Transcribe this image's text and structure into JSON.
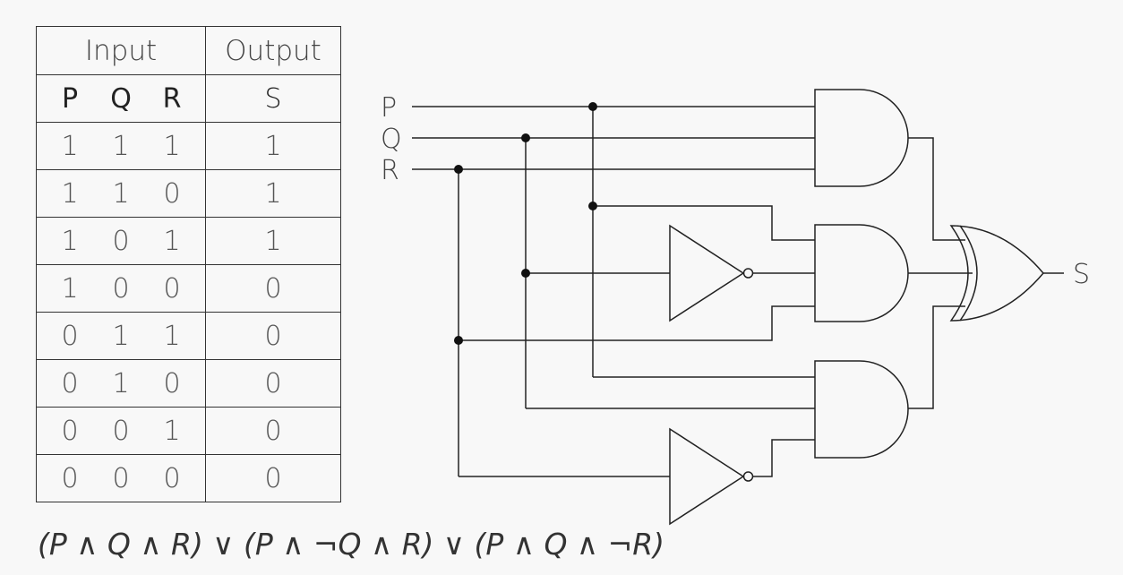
{
  "table": {
    "header_input": "Input",
    "header_output": "Output",
    "vars": [
      "P",
      "Q",
      "R"
    ],
    "out_var": "S",
    "rows": [
      {
        "p": "1",
        "q": "1",
        "r": "1",
        "s": "1"
      },
      {
        "p": "1",
        "q": "1",
        "r": "0",
        "s": "1"
      },
      {
        "p": "1",
        "q": "0",
        "r": "1",
        "s": "1"
      },
      {
        "p": "1",
        "q": "0",
        "r": "0",
        "s": "0"
      },
      {
        "p": "0",
        "q": "1",
        "r": "1",
        "s": "0"
      },
      {
        "p": "0",
        "q": "1",
        "r": "0",
        "s": "0"
      },
      {
        "p": "0",
        "q": "0",
        "r": "1",
        "s": "0"
      },
      {
        "p": "0",
        "q": "0",
        "r": "0",
        "s": "0"
      }
    ]
  },
  "circuit": {
    "input_labels": [
      "P",
      "Q",
      "R"
    ],
    "output_label": "S"
  },
  "formula": "(P ∧ Q ∧ R) ∨ (P ∧ ¬Q ∧ R) ∨ (P ∧ Q ∧ ¬R)"
}
